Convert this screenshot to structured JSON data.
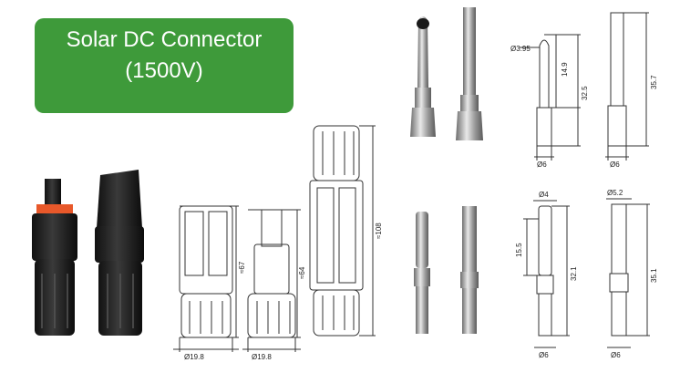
{
  "banner": {
    "line1": "Solar DC Connector",
    "line2": "(1500V)"
  },
  "colors": {
    "banner_bg": "#3e9a3a",
    "banner_text": "#ffffff"
  },
  "dims": {
    "female_connector": {
      "diameter": "Ø19.8",
      "length": "≈67"
    },
    "male_connector": {
      "diameter": "Ø19.8",
      "length": "≈64"
    },
    "mated_pair": {
      "length": "≈108"
    },
    "male_pin_top": {
      "tip_diameter": "Ø3.95",
      "tip_length": "14.9",
      "length": "32.5",
      "base_diameter": "Ø6"
    },
    "female_pin_top": {
      "length": "35.7",
      "base_diameter": "Ø6"
    },
    "male_pin_bottom": {
      "tip_diameter": "Ø4",
      "tip_length": "15.5",
      "length": "32.1",
      "base_diameter": "Ø6"
    },
    "female_pin_bottom": {
      "tip_diameter": "Ø5.2",
      "length": "35.1",
      "base_diameter": "Ø6"
    }
  }
}
